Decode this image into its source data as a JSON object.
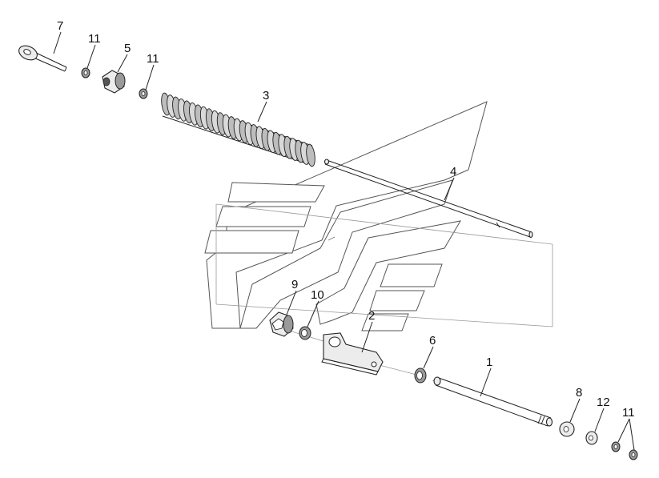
{
  "diagram": {
    "callouts": [
      "1",
      "2",
      "3",
      "4",
      "5",
      "6",
      "7",
      "8",
      "9",
      "10",
      "11",
      "11",
      "11",
      "12"
    ]
  }
}
